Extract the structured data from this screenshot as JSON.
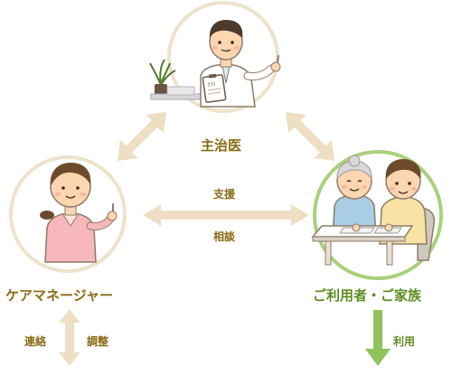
{
  "nodes": {
    "doctor": {
      "label": "主治医"
    },
    "care_manager": {
      "label": "ケアマネージャー"
    },
    "user_family": {
      "label": "ご利用者・ご家族"
    }
  },
  "edges": {
    "center": {
      "label_top": "支援",
      "label_bottom": "相談"
    },
    "care_manager_down": {
      "label_left": "連絡",
      "label_right": "調整"
    },
    "user_family_down": {
      "label": "利用"
    }
  },
  "props": {
    "clipboard_text": "ｸｽﾘ"
  },
  "colors": {
    "beige_arrow": "#eedfc4",
    "green_arrow": "#8fc45a",
    "circle_beige": "#ede3cb",
    "circle_green": "#a9d07b",
    "label_brown": "#8a6a14",
    "label_green": "#5e8d22"
  }
}
